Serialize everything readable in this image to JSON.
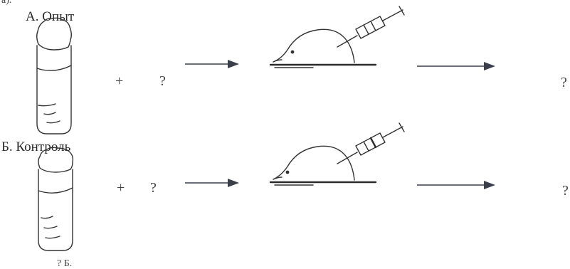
{
  "top_fragment": "а).",
  "bottom_fragment": "? Б.",
  "rows": [
    {
      "id": "experiment",
      "title": "А. Опыт",
      "plus": "+",
      "unknown_agent": "?",
      "unknown_result": "?"
    },
    {
      "id": "control",
      "title": "Б. Контроль",
      "plus": "+",
      "unknown_agent": "?",
      "unknown_result": "?"
    }
  ]
}
